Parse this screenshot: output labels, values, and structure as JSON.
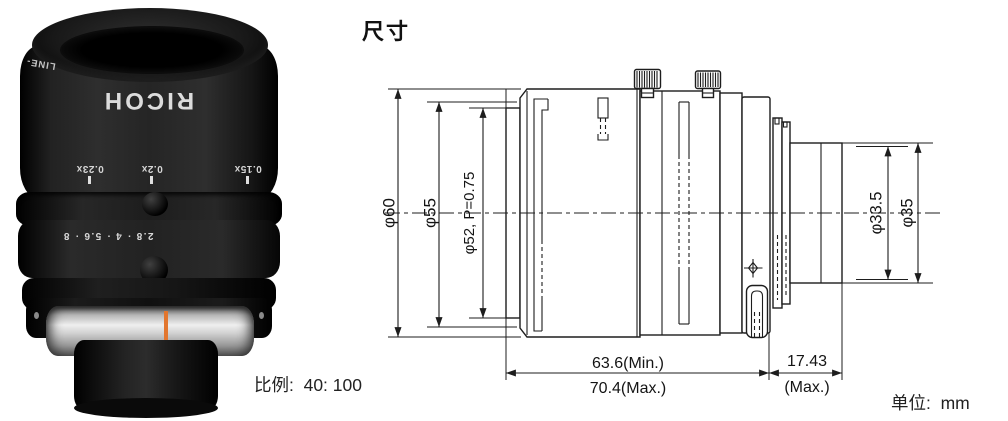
{
  "photo": {
    "brand": "RICOH",
    "side_label": "LINE-",
    "magnification_marks": [
      "0.23x",
      "0.2x",
      "0.15x"
    ],
    "aperture_scale": "2.8 · 4 · 5.6 · 8"
  },
  "drawing": {
    "title": "尺寸",
    "dims": {
      "d60": "φ60",
      "d55": "φ55",
      "d52": "φ52, P=0.75",
      "d33_5": "φ33.5",
      "d35": "φ35",
      "len_min": "63.6(Min.)",
      "len_max": "70.4(Max.)",
      "back_len": "17.43",
      "back_max": "(Max.)"
    }
  },
  "footer": {
    "scale_label": "比例:  40: 100",
    "unit_label": "单位:  mm"
  },
  "colors": {
    "line": "#1d1d1d",
    "accent_index": "#e2762e",
    "background": "#ffffff"
  }
}
